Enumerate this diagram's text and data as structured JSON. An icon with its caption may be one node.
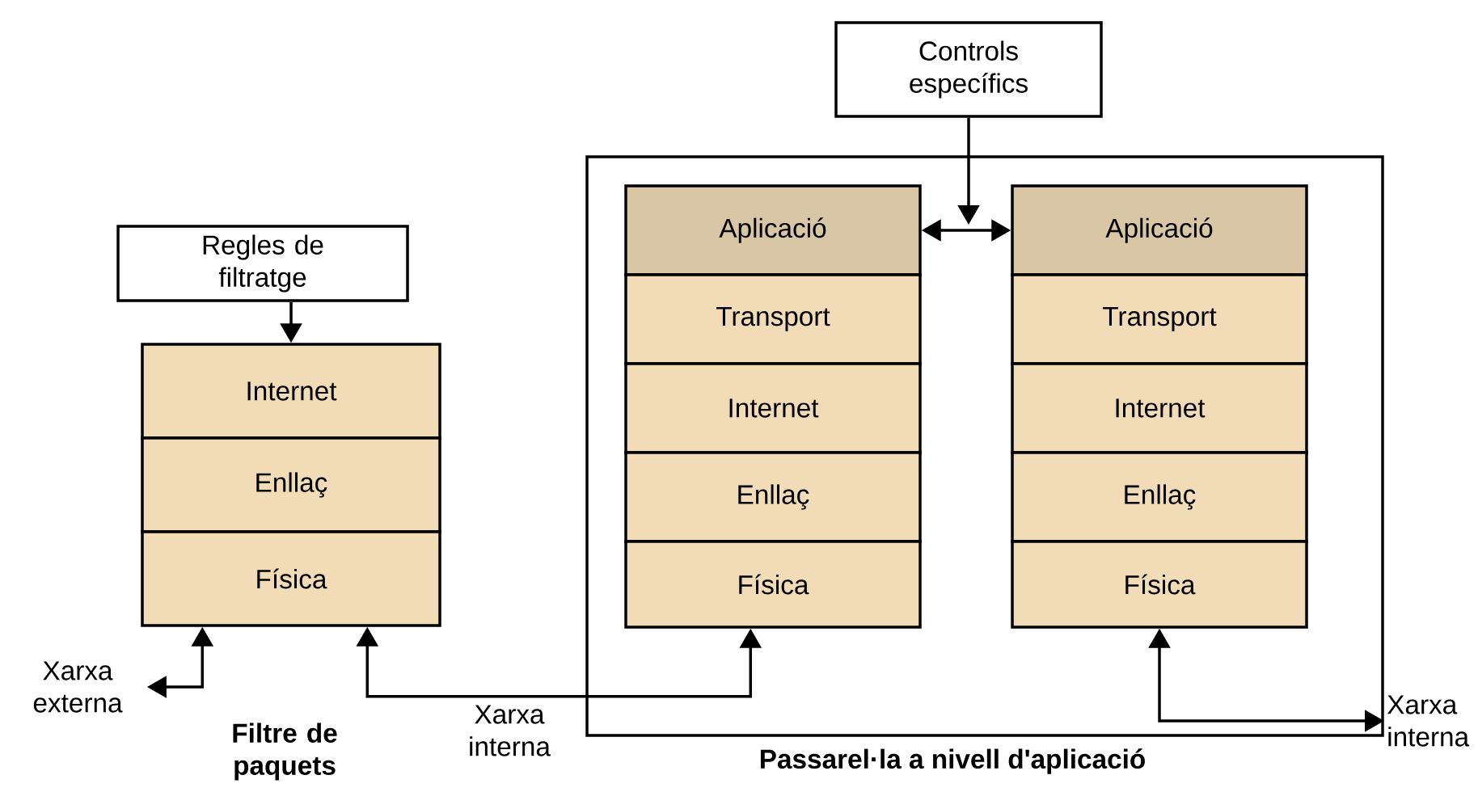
{
  "diagram": {
    "nodes": [
      {
        "text": [
          "Controls específics"
        ]
      },
      {
        "text": [
          "Passarel·la a nivell d'aplicació"
        ]
      },
      {
        "text": [
          "Regles de filtratge"
        ]
      },
      {
        "text": [
          "Internet"
        ]
      },
      {
        "text": [
          "Enllaç"
        ]
      },
      {
        "text": [
          "Física"
        ]
      },
      {
        "text": [
          "Aplicació"
        ],
        "in": 1
      },
      {
        "text": [
          "Transport"
        ],
        "in": 1
      },
      {
        "text": [
          "Internet"
        ],
        "in": 1
      },
      {
        "text": [
          "Enllaç"
        ],
        "in": 1
      },
      {
        "text": [
          "Física"
        ],
        "in": 1
      },
      {
        "text": [
          "Aplicació"
        ],
        "in": 1
      },
      {
        "text": [
          "Transport"
        ],
        "in": 1
      },
      {
        "text": [
          "Internet"
        ],
        "in": 1
      },
      {
        "text": [
          "Enllaç"
        ],
        "in": 1
      },
      {
        "text": [
          "Física"
        ],
        "in": 1
      },
      {
        "text": [
          "Xarxa externa"
        ]
      },
      {
        "text": [
          "Xarxa interna"
        ]
      }
    ],
    "edges": [
      {
        "from": 2,
        "to": 3,
        "arrow": "to"
      },
      {
        "from": 6,
        "to": 11,
        "arrow": "both"
      },
      {
        "from": 0,
        "to": null,
        "arrow": "to"
      },
      {
        "from": 16,
        "to": 5,
        "arrow": "both"
      },
      {
        "from": 5,
        "to": 10,
        "arrow": "both",
        "label": "Xarxa interna"
      },
      {
        "from": 15,
        "to": 17,
        "arrow": "both"
      }
    ],
    "labels": [
      "Filtre de paquets"
    ]
  }
}
